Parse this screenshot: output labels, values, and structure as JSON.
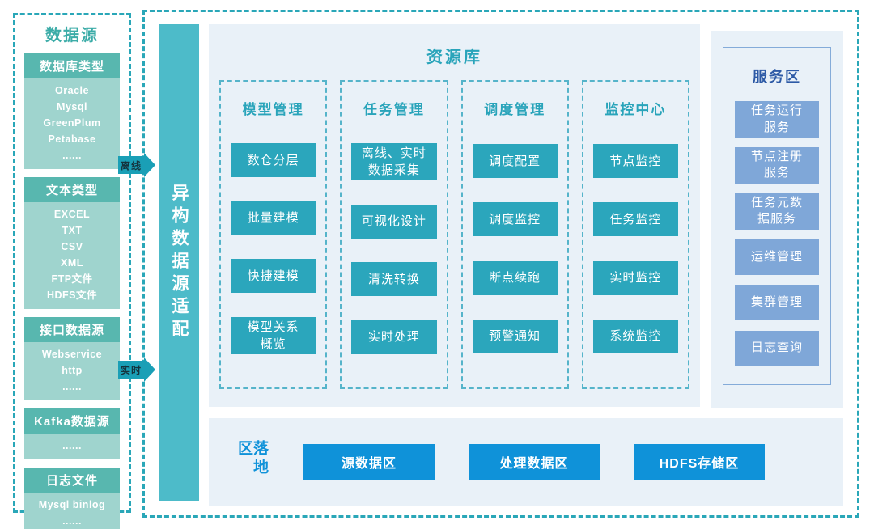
{
  "colors": {
    "dash_teal": "#2aa7b8",
    "teal_bar": "#4dbbc9",
    "teal_header": "#58b7af",
    "teal_body": "#9fd4ce",
    "teal_text": "#3caca8",
    "teal_accent": "#29a4ba",
    "teal_button": "#2ba6bc",
    "col_dash": "#55b4ca",
    "panel_bg": "#e9f1f8",
    "blue_button": "#0f92d9",
    "service_button": "#7fa7d8",
    "service_title": "#2d5aa6",
    "service_border": "#84abd9",
    "arrow": "#1a9fb6",
    "arrow_text": "#15333d"
  },
  "data_sources": {
    "title": "数据源",
    "groups": [
      {
        "header": "数据库类型",
        "items": [
          "Oracle",
          "Mysql",
          "GreenPlum",
          "Petabase",
          "......"
        ]
      },
      {
        "header": "文本类型",
        "items": [
          "EXCEL",
          "TXT",
          "CSV",
          "XML",
          "FTP文件",
          "HDFS文件"
        ]
      },
      {
        "header": "接口数据源",
        "items": [
          "Webservice",
          "http",
          "......"
        ]
      },
      {
        "header": "Kafka数据源",
        "items": [
          "......"
        ]
      },
      {
        "header": "日志文件",
        "items": [
          "Mysql binlog",
          "......"
        ]
      }
    ]
  },
  "flows": [
    {
      "label": "离线"
    },
    {
      "label": "实时"
    }
  ],
  "adapter": {
    "label": "异构数据源适配"
  },
  "resource_library": {
    "title": "资源库",
    "columns": [
      {
        "header": "模型管理",
        "items": [
          "数仓分层",
          "批量建模",
          "快捷建模",
          "模型关系\n概览"
        ]
      },
      {
        "header": "任务管理",
        "items": [
          "离线、实时\n数据采集",
          "可视化设计",
          "清洗转换",
          "实时处理"
        ]
      },
      {
        "header": "调度管理",
        "items": [
          "调度配置",
          "调度监控",
          "断点续跑",
          "预警通知"
        ]
      },
      {
        "header": "监控中心",
        "items": [
          "节点监控",
          "任务监控",
          "实时监控",
          "系统监控"
        ]
      }
    ]
  },
  "service_zone": {
    "title": "服务区",
    "items": [
      "任务运行\n服务",
      "节点注册\n服务",
      "任务元数\n据服务",
      "运维管理",
      "集群管理",
      "日志查询"
    ]
  },
  "landing_zone": {
    "title": "落地区",
    "items": [
      "源数据区",
      "处理数据区",
      "HDFS存储区"
    ]
  }
}
